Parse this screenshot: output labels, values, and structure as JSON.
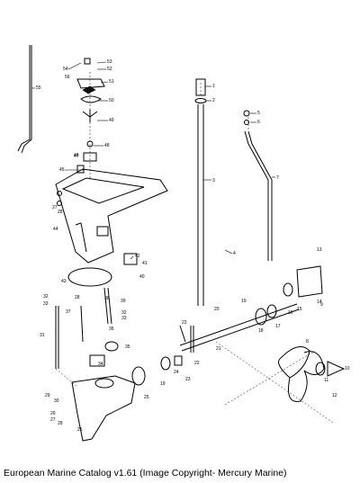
{
  "caption": "European Marine Catalog v1.61 (Image Copyright- Mercury Marine)",
  "callouts": {
    "c1": "1",
    "c2": "2",
    "c3": "3",
    "c4": "4",
    "c5": "5",
    "c6": "6",
    "c7": "7",
    "c8": "8",
    "c9": "9",
    "c10": "10",
    "c11": "11",
    "c12": "12",
    "c13": "13",
    "c14": "14",
    "c15": "15",
    "c16": "16",
    "c17": "17",
    "c18": "18",
    "c19": "19",
    "c20": "20",
    "c21": "21",
    "c22": "22",
    "c23": "23",
    "c24": "24",
    "c25": "25",
    "c26": "26",
    "c27": "27",
    "c28": "28",
    "c29": "29",
    "c30": "30",
    "c31": "31",
    "c32": "32",
    "c33": "33",
    "c34": "34",
    "c35": "35",
    "c36": "36",
    "c37": "37",
    "c38": "38",
    "c39": "39",
    "c40": "40",
    "c41": "41",
    "c42": "42",
    "c43": "43",
    "c44": "44",
    "c45": "45",
    "c46": "46",
    "c47": "47",
    "c48": "48",
    "c49": "49",
    "c50": "50",
    "c51": "51",
    "c52": "52",
    "c53": "53",
    "c54": "54",
    "c55": "55",
    "c56": "56"
  }
}
